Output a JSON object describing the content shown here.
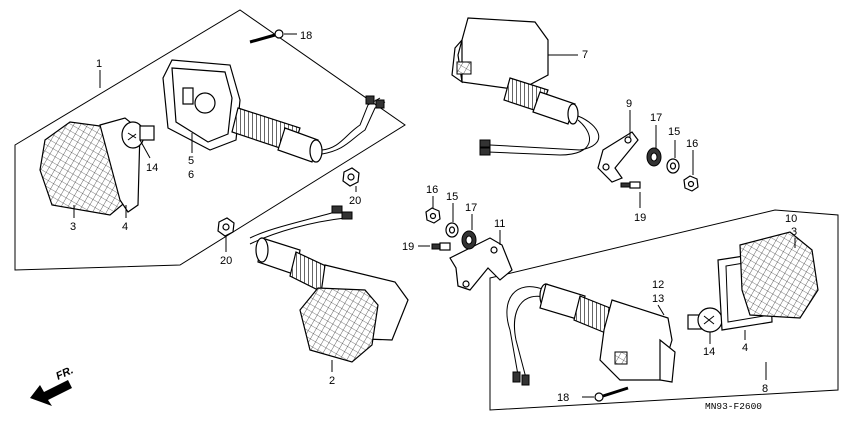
{
  "diagram_code": "MN93-F2600",
  "direction_label": "FR.",
  "callouts": [
    {
      "id": "1",
      "text": "1"
    },
    {
      "id": "2",
      "text": "2"
    },
    {
      "id": "3a",
      "text": "3"
    },
    {
      "id": "3b",
      "text": "3"
    },
    {
      "id": "4a",
      "text": "4"
    },
    {
      "id": "4b",
      "text": "4"
    },
    {
      "id": "5",
      "text": "5"
    },
    {
      "id": "6",
      "text": "6"
    },
    {
      "id": "7",
      "text": "7"
    },
    {
      "id": "8",
      "text": "8"
    },
    {
      "id": "9",
      "text": "9"
    },
    {
      "id": "10",
      "text": "10"
    },
    {
      "id": "11",
      "text": "11"
    },
    {
      "id": "12",
      "text": "12"
    },
    {
      "id": "13",
      "text": "13"
    },
    {
      "id": "14a",
      "text": "14"
    },
    {
      "id": "14b",
      "text": "14"
    },
    {
      "id": "15a",
      "text": "15"
    },
    {
      "id": "15b",
      "text": "15"
    },
    {
      "id": "16a",
      "text": "16"
    },
    {
      "id": "16b",
      "text": "16"
    },
    {
      "id": "17a",
      "text": "17"
    },
    {
      "id": "17b",
      "text": "17"
    },
    {
      "id": "18a",
      "text": "18"
    },
    {
      "id": "18b",
      "text": "18"
    },
    {
      "id": "19a",
      "text": "19"
    },
    {
      "id": "19b",
      "text": "19"
    },
    {
      "id": "20a",
      "text": "20"
    },
    {
      "id": "20b",
      "text": "20"
    }
  ]
}
